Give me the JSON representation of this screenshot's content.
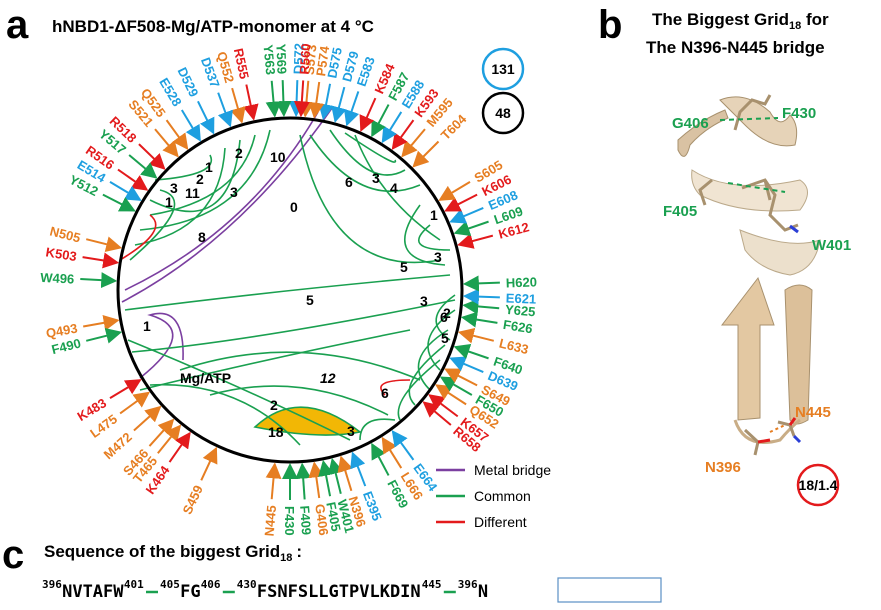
{
  "panel_a": {
    "letter": "a",
    "title": "hNBD1-ΔF508-Mg/ATP-monomer at 4 °C",
    "count_total": "131",
    "count_bridges": "48",
    "center_label": "Mg/ATP",
    "colors": {
      "green": "#1aa050",
      "red": "#e31a1c",
      "orange": "#e67e22",
      "blue": "#1e9fe0",
      "purple": "#7b3fa0",
      "yellow": "#f2b705"
    },
    "residues": [
      {
        "text": "R555",
        "color": "red"
      },
      {
        "text": "Q552",
        "color": "orange"
      },
      {
        "text": "D537",
        "color": "blue"
      },
      {
        "text": "D529",
        "color": "blue"
      },
      {
        "text": "E528",
        "color": "blue"
      },
      {
        "text": "Q525",
        "color": "orange"
      },
      {
        "text": "S521",
        "color": "orange"
      },
      {
        "text": "R518",
        "color": "red"
      },
      {
        "text": "Y517",
        "color": "green"
      },
      {
        "text": "R516",
        "color": "red"
      },
      {
        "text": "E514",
        "color": "blue"
      },
      {
        "text": "Y512",
        "color": "green"
      },
      {
        "text": "N505",
        "color": "orange"
      },
      {
        "text": "K503",
        "color": "red"
      },
      {
        "text": "W496",
        "color": "green"
      },
      {
        "text": "Q493",
        "color": "orange"
      },
      {
        "text": "F490",
        "color": "green"
      },
      {
        "text": "K483",
        "color": "red"
      },
      {
        "text": "L475",
        "color": "orange"
      },
      {
        "text": "M472",
        "color": "orange"
      },
      {
        "text": "S466",
        "color": "orange"
      },
      {
        "text": "T465",
        "color": "orange"
      },
      {
        "text": "K464",
        "color": "red"
      },
      {
        "text": "S459",
        "color": "orange"
      },
      {
        "text": "N445",
        "color": "orange"
      },
      {
        "text": "F430",
        "color": "green"
      },
      {
        "text": "F409",
        "color": "green"
      },
      {
        "text": "G406",
        "color": "orange"
      },
      {
        "text": "F405",
        "color": "green"
      },
      {
        "text": "W401",
        "color": "green"
      },
      {
        "text": "N396",
        "color": "orange"
      },
      {
        "text": "E395",
        "color": "blue"
      },
      {
        "text": "F669",
        "color": "green"
      },
      {
        "text": "L666",
        "color": "orange"
      },
      {
        "text": "E664",
        "color": "blue"
      },
      {
        "text": "R658",
        "color": "red"
      },
      {
        "text": "K657",
        "color": "red"
      },
      {
        "text": "Q652",
        "color": "orange"
      },
      {
        "text": "F650",
        "color": "green"
      },
      {
        "text": "S649",
        "color": "orange"
      },
      {
        "text": "D639",
        "color": "blue"
      },
      {
        "text": "F640",
        "color": "green"
      },
      {
        "text": "L633",
        "color": "orange"
      },
      {
        "text": "F626",
        "color": "green"
      },
      {
        "text": "Y625",
        "color": "green"
      },
      {
        "text": "E621",
        "color": "blue"
      },
      {
        "text": "H620",
        "color": "green"
      },
      {
        "text": "K612",
        "color": "red"
      },
      {
        "text": "L609",
        "color": "green"
      },
      {
        "text": "E608",
        "color": "blue"
      },
      {
        "text": "K606",
        "color": "red"
      },
      {
        "text": "S605",
        "color": "orange"
      },
      {
        "text": "T604",
        "color": "orange"
      },
      {
        "text": "M595",
        "color": "orange"
      },
      {
        "text": "K593",
        "color": "red"
      },
      {
        "text": "E588",
        "color": "blue"
      },
      {
        "text": "F587",
        "color": "green"
      },
      {
        "text": "K584",
        "color": "red"
      },
      {
        "text": "E583",
        "color": "blue"
      },
      {
        "text": "D579",
        "color": "blue"
      },
      {
        "text": "D575",
        "color": "blue"
      },
      {
        "text": "P574",
        "color": "orange"
      },
      {
        "text": "S573",
        "color": "orange"
      },
      {
        "text": "D572",
        "color": "blue"
      },
      {
        "text": "Y569",
        "color": "green"
      },
      {
        "text": "Y563",
        "color": "green"
      },
      {
        "text": "R560",
        "color": "red"
      }
    ],
    "loop_numbers": [
      "10",
      "0",
      "2",
      "3",
      "1",
      "2",
      "11",
      "3",
      "1",
      "8",
      "6",
      "3",
      "4",
      "1",
      "3",
      "5",
      "3",
      "6",
      "2",
      "5",
      "1",
      "5",
      "12",
      "2",
      "18",
      "3",
      "6"
    ],
    "legend": [
      {
        "label": "Metal bridge",
        "color": "purple"
      },
      {
        "label": "Common",
        "color": "green"
      },
      {
        "label": "Different",
        "color": "red"
      }
    ]
  },
  "panel_b": {
    "letter": "b",
    "title_line1": "The Biggest Grid",
    "title_sub": "18",
    "title_line1_end": " for",
    "title_line2": "The N396-N445 bridge",
    "labels": [
      {
        "text": "G406",
        "color": "green"
      },
      {
        "text": "F430",
        "color": "green"
      },
      {
        "text": "F405",
        "color": "green"
      },
      {
        "text": "W401",
        "color": "green"
      },
      {
        "text": "N445",
        "color": "orange"
      },
      {
        "text": "N396",
        "color": "orange"
      }
    ],
    "badge": "18/1.4"
  },
  "panel_c": {
    "letter": "c",
    "title": "Sequence of the biggest Grid",
    "title_sub": "18",
    "title_end": ":",
    "seq": [
      {
        "sup": "396",
        "text": "NVTAFW"
      },
      {
        "sup": "401",
        "text": ""
      },
      {
        "sup": "405",
        "text": "FG"
      },
      {
        "sup": "406",
        "text": ""
      },
      {
        "sup": "430",
        "text": "FSNFSLLGTPVLKDIN"
      },
      {
        "sup": "445",
        "text": ""
      },
      {
        "sup": "396",
        "text": "N"
      }
    ]
  }
}
